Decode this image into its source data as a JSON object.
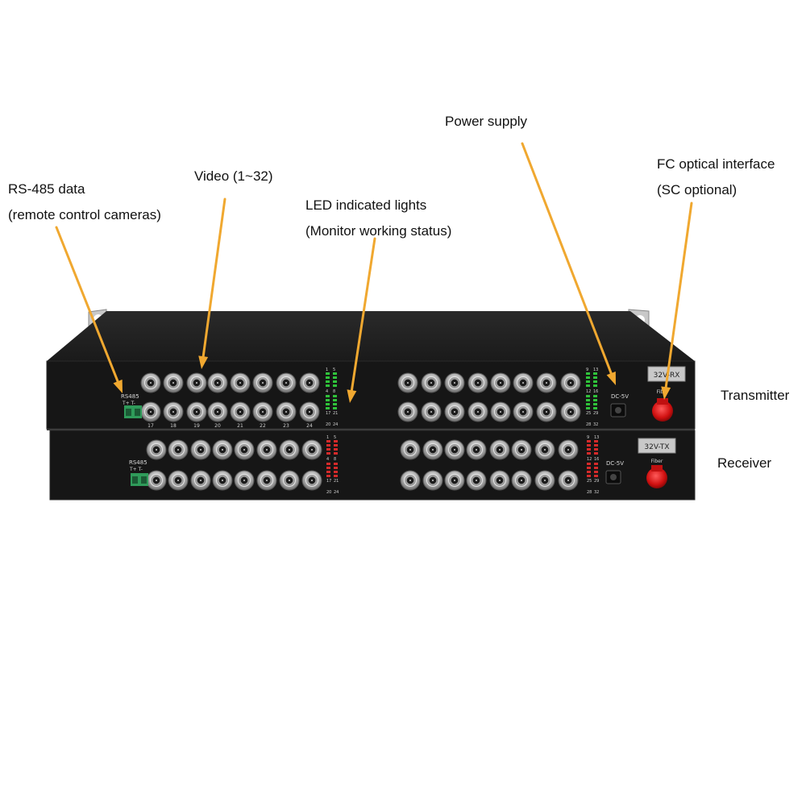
{
  "colors": {
    "arrow": "#f0a830",
    "chassis": "#202020",
    "front_panel": "#161616",
    "fiber_connector": "#e01818",
    "led_green": "#2fc23a",
    "led_red": "#d42a2a"
  },
  "callouts": {
    "rs485": {
      "line1": "RS-485 data",
      "line2": "(remote control cameras)"
    },
    "video": {
      "line1": "Video (1~32)"
    },
    "led": {
      "line1": "LED indicated lights",
      "line2": "(Monitor working status)"
    },
    "power": {
      "line1": "Power supply"
    },
    "optical": {
      "line1": "FC optical interface",
      "line2": "(SC optional)"
    }
  },
  "units": {
    "top": {
      "name": "Transmitter",
      "model_badge": "32V-RX",
      "fiber_label": "Fiber",
      "power_label": "DC-5V",
      "rs485_label": "RS485",
      "rs485_pins": "T+  T-",
      "port_numbers_row2": [
        "17",
        "18",
        "19",
        "20",
        "21",
        "22",
        "23",
        "24"
      ],
      "led_numbers_left": [
        "1",
        "5",
        "4",
        "8",
        "17",
        "21",
        "20",
        "24"
      ],
      "led_numbers_right": [
        "9",
        "13",
        "12",
        "16",
        "25",
        "29",
        "28",
        "32"
      ],
      "led_color": "green"
    },
    "bottom": {
      "name": "Receiver",
      "model_badge": "32V-TX",
      "fiber_label": "Fiber",
      "power_label": "DC-5V",
      "rs485_label": "RS485",
      "rs485_pins": "T+  T-",
      "led_numbers_left": [
        "1",
        "5",
        "4",
        "8",
        "17",
        "21",
        "20",
        "24"
      ],
      "led_numbers_right": [
        "9",
        "13",
        "12",
        "16",
        "25",
        "29",
        "28",
        "32"
      ],
      "led_color": "red"
    }
  }
}
